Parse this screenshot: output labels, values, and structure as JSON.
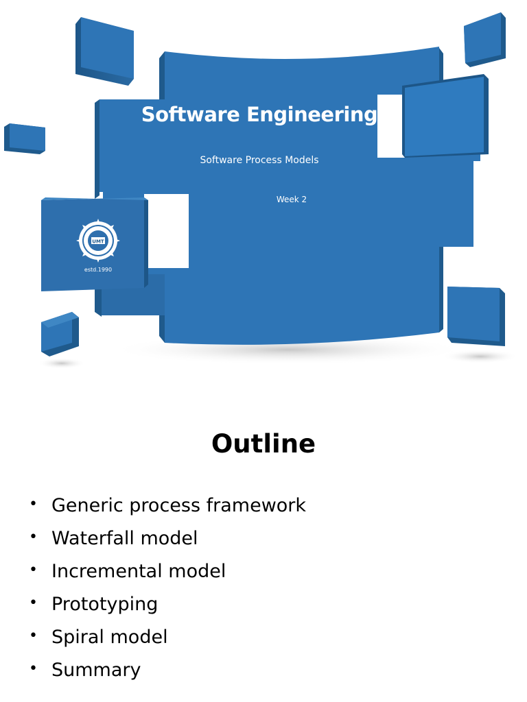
{
  "slide1": {
    "title": "Software Engineering",
    "subtitle": "Software Process Models",
    "week": "Week 2",
    "logo": {
      "name": "UMT",
      "estd": "estd.1990"
    },
    "colors": {
      "panel_front": "#2e75b6",
      "panel_side": "#1f5a8c",
      "panel_top": "#3f87c4"
    }
  },
  "slide2": {
    "title": "Outline",
    "bullet_glyph": "•",
    "items": [
      "Generic process framework",
      "Waterfall model",
      "Incremental model",
      "Prototyping",
      "Spiral model",
      "Summary"
    ]
  }
}
